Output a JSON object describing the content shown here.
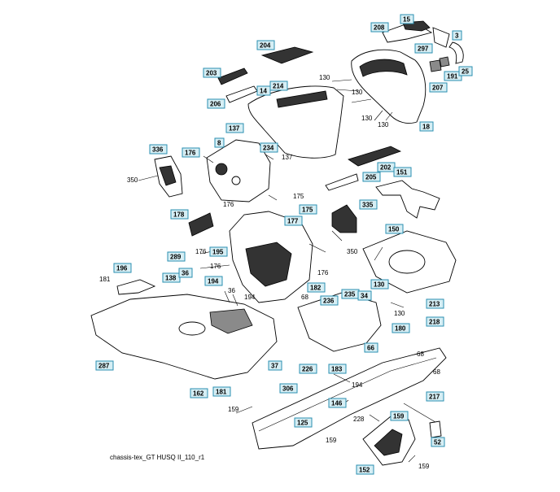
{
  "diagram": {
    "caption": "chassis-tex_GT HUSQ II_110_r1",
    "boxed_labels": [
      {
        "id": "b15",
        "text": "15"
      },
      {
        "id": "b208",
        "text": "208"
      },
      {
        "id": "b3",
        "text": "3"
      },
      {
        "id": "b297",
        "text": "297"
      },
      {
        "id": "b204",
        "text": "204"
      },
      {
        "id": "b203",
        "text": "203"
      },
      {
        "id": "b214",
        "text": "214"
      },
      {
        "id": "b14",
        "text": "14"
      },
      {
        "id": "b206",
        "text": "206"
      },
      {
        "id": "b191",
        "text": "191"
      },
      {
        "id": "b207",
        "text": "207"
      },
      {
        "id": "b25",
        "text": "25"
      },
      {
        "id": "b137",
        "text": "137"
      },
      {
        "id": "b8",
        "text": "8"
      },
      {
        "id": "b234",
        "text": "234"
      },
      {
        "id": "b18",
        "text": "18"
      },
      {
        "id": "b336",
        "text": "336"
      },
      {
        "id": "b176a",
        "text": "176"
      },
      {
        "id": "b202",
        "text": "202"
      },
      {
        "id": "b205",
        "text": "205"
      },
      {
        "id": "b151",
        "text": "151"
      },
      {
        "id": "b335",
        "text": "335"
      },
      {
        "id": "b178",
        "text": "178"
      },
      {
        "id": "b175",
        "text": "175"
      },
      {
        "id": "b177",
        "text": "177"
      },
      {
        "id": "b150",
        "text": "150"
      },
      {
        "id": "b289",
        "text": "289"
      },
      {
        "id": "b195",
        "text": "195"
      },
      {
        "id": "b196",
        "text": "196"
      },
      {
        "id": "b138",
        "text": "138"
      },
      {
        "id": "b36",
        "text": "36"
      },
      {
        "id": "b194",
        "text": "194"
      },
      {
        "id": "b182",
        "text": "182"
      },
      {
        "id": "b235",
        "text": "235"
      },
      {
        "id": "b236",
        "text": "236"
      },
      {
        "id": "b34",
        "text": "34"
      },
      {
        "id": "b130",
        "text": "130"
      },
      {
        "id": "b213",
        "text": "213"
      },
      {
        "id": "b218",
        "text": "218"
      },
      {
        "id": "b180",
        "text": "180"
      },
      {
        "id": "b66",
        "text": "66"
      },
      {
        "id": "b287",
        "text": "287"
      },
      {
        "id": "b37",
        "text": "37"
      },
      {
        "id": "b226",
        "text": "226"
      },
      {
        "id": "b183",
        "text": "183"
      },
      {
        "id": "b306",
        "text": "306"
      },
      {
        "id": "b162",
        "text": "162"
      },
      {
        "id": "b181",
        "text": "181"
      },
      {
        "id": "b146",
        "text": "146"
      },
      {
        "id": "b217",
        "text": "217"
      },
      {
        "id": "b125",
        "text": "125"
      },
      {
        "id": "b159",
        "text": "159"
      },
      {
        "id": "b52",
        "text": "52"
      },
      {
        "id": "b152",
        "text": "152"
      }
    ],
    "plain_labels": [
      {
        "id": "p130a",
        "text": "130"
      },
      {
        "id": "p130b",
        "text": "130"
      },
      {
        "id": "p130c",
        "text": "130"
      },
      {
        "id": "p130d",
        "text": "130"
      },
      {
        "id": "p137",
        "text": "137"
      },
      {
        "id": "p350a",
        "text": "350"
      },
      {
        "id": "p176a",
        "text": "176"
      },
      {
        "id": "p175",
        "text": "175"
      },
      {
        "id": "p176b",
        "text": "176"
      },
      {
        "id": "p350b",
        "text": "350"
      },
      {
        "id": "p176c",
        "text": "176"
      },
      {
        "id": "p176d",
        "text": "176"
      },
      {
        "id": "p181",
        "text": "181"
      },
      {
        "id": "p36",
        "text": "36"
      },
      {
        "id": "p194a",
        "text": "194"
      },
      {
        "id": "p68a",
        "text": "68"
      },
      {
        "id": "p130e",
        "text": "130"
      },
      {
        "id": "p68b",
        "text": "68"
      },
      {
        "id": "p68c",
        "text": "68"
      },
      {
        "id": "p194b",
        "text": "194"
      },
      {
        "id": "p159a",
        "text": "159"
      },
      {
        "id": "p228",
        "text": "228"
      },
      {
        "id": "p159b",
        "text": "159"
      },
      {
        "id": "p159c",
        "text": "159"
      }
    ]
  }
}
